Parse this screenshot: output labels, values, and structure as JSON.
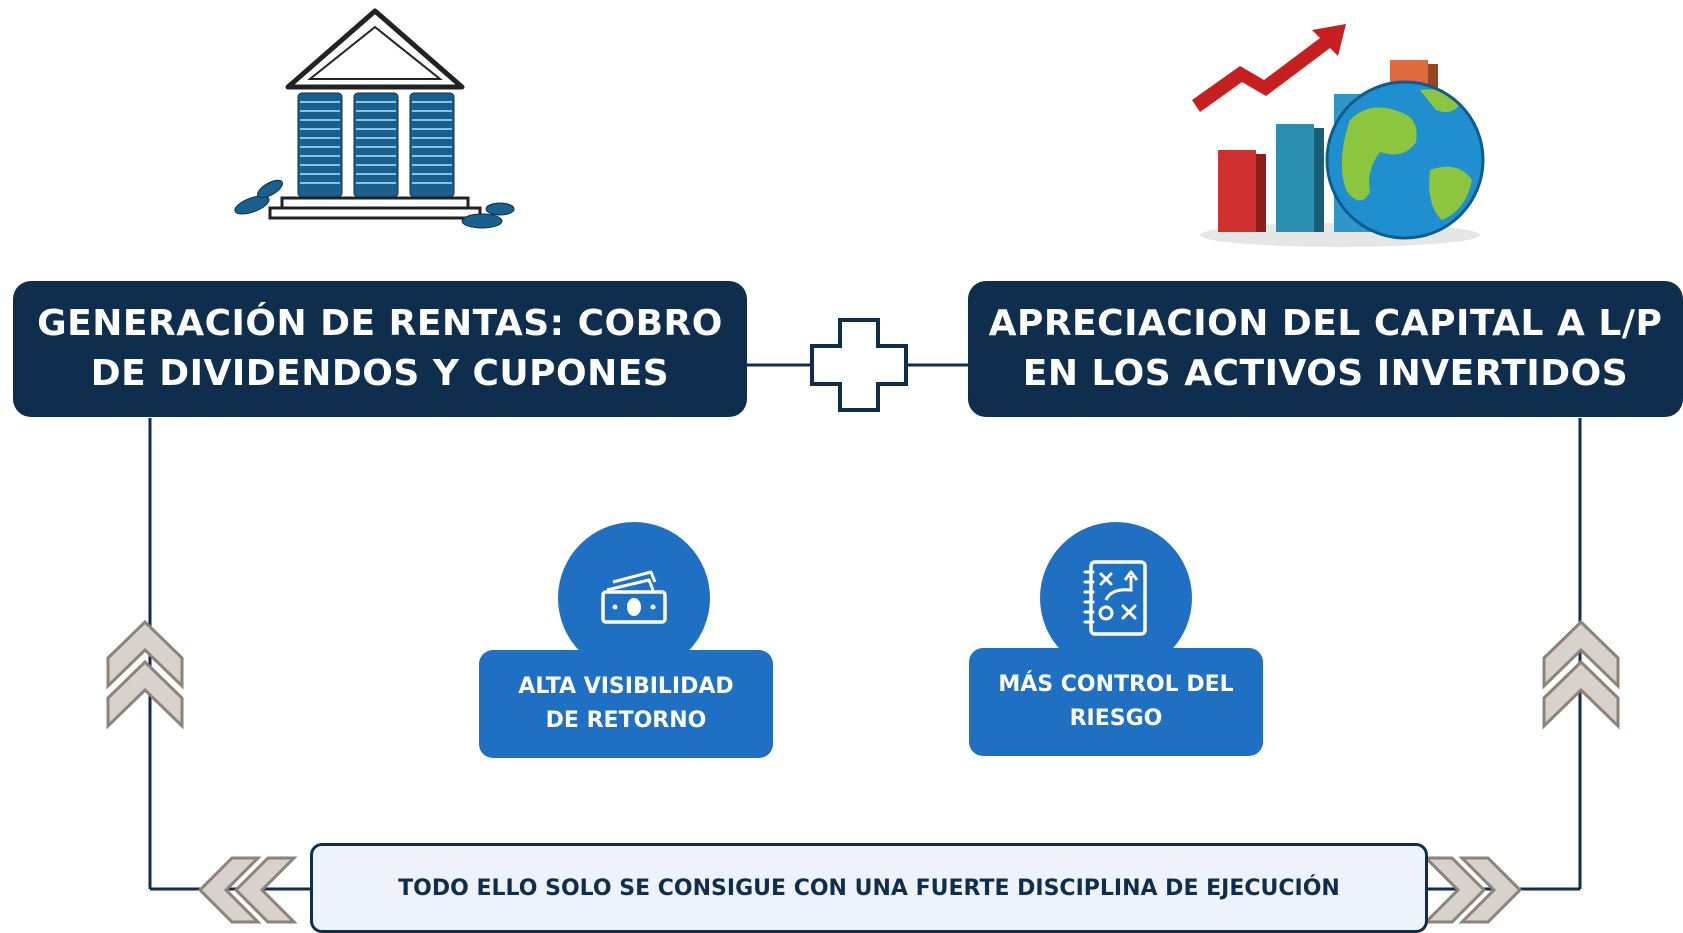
{
  "left_box": {
    "line1": "GENERACIÓN DE RENTAS: COBRO",
    "line2": "DE DIVIDENDOS Y CUPONES"
  },
  "right_box": {
    "line1": "APRECIACION DEL CAPITAL A L/P",
    "line2": "EN LOS ACTIVOS INVERTIDOS"
  },
  "pill_left": {
    "line1": "ALTA VISIBILIDAD",
    "line2": "DE RETORNO"
  },
  "pill_right": {
    "line1": "MÁS CONTROL DEL",
    "line2": "RIESGO"
  },
  "footer": {
    "text": "TODO ELLO SOLO SE CONSIGUE CON UNA FUERTE DISCIPLINA DE EJECUCIÓN"
  },
  "icons": {
    "bank": "bank-coins-icon",
    "growth": "growth-chart-globe-icon",
    "plus": "plus-icon",
    "money": "money-bill-icon",
    "strategy": "strategy-board-icon",
    "chevrons": "double-chevron-icon"
  },
  "colors": {
    "navy": "#0f2d4d",
    "blue": "#1f6fc2",
    "chevron_fill": "#d7d2cc",
    "chevron_stroke": "#8d8378",
    "footer_bg": "#eef3fb"
  }
}
